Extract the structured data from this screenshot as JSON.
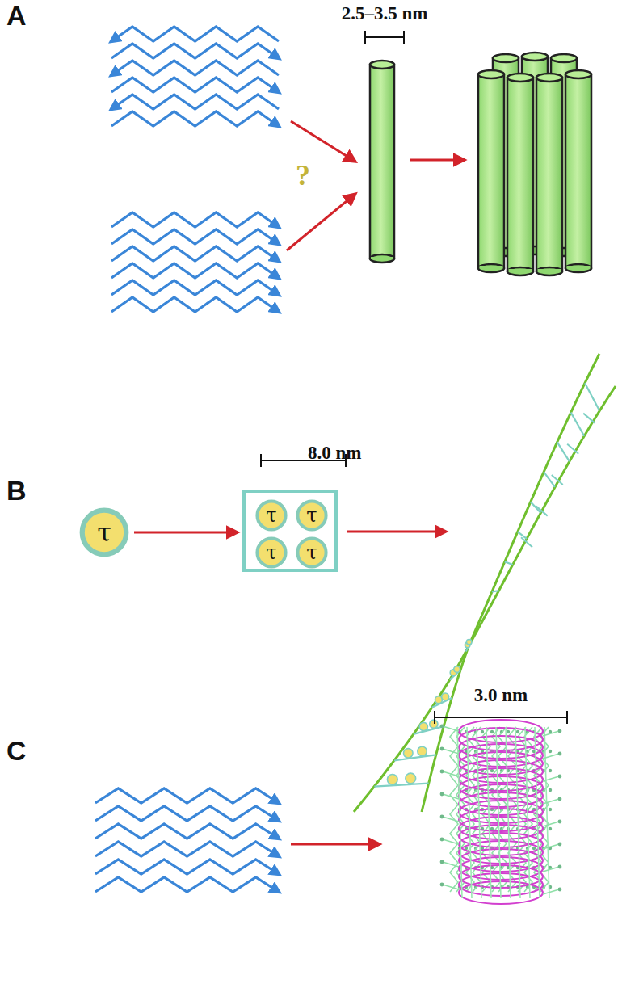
{
  "diagram": {
    "nodes": [
      {
        "text": [
          "τ"
        ]
      },
      {
        "text": [
          "8.0 nm"
        ]
      },
      {
        "text": [
          "τ"
        ],
        "in": 1
      },
      {
        "text": [
          "τ"
        ],
        "in": 1
      },
      {
        "text": [
          "τ"
        ],
        "in": 1
      },
      {
        "text": [
          "τ"
        ],
        "in": 1
      }
    ],
    "edges": [
      {
        "from": 0,
        "to": 1,
        "arrow": "to"
      }
    ],
    "labels": [
      "A",
      "2.5–3.5 nm",
      "?",
      "B",
      "C",
      "3.0 nm"
    ]
  }
}
